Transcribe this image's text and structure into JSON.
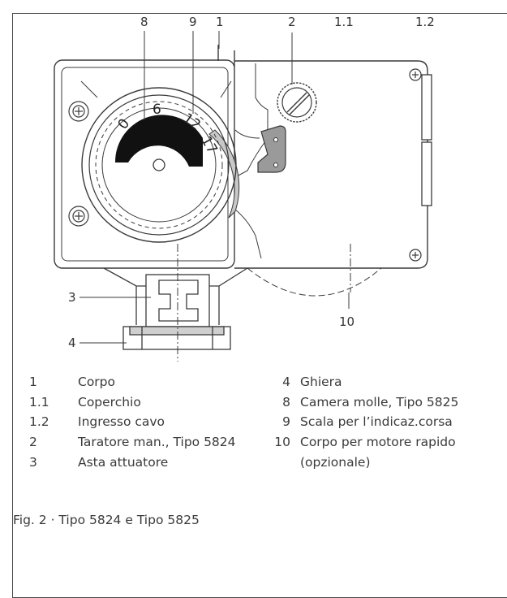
{
  "callouts": {
    "c8": "8",
    "c9": "9",
    "c1": "1",
    "c2": "2",
    "c1_1": "1.1",
    "c1_2": "1.2",
    "c3": "3",
    "c4": "4",
    "c10": "10"
  },
  "scale": {
    "marks": [
      "0",
      "6",
      "12",
      "17"
    ]
  },
  "legend": {
    "left": [
      {
        "num": "1",
        "text": "Corpo"
      },
      {
        "num": "1.1",
        "text": "Coperchio"
      },
      {
        "num": "1.2",
        "text": "Ingresso cavo"
      },
      {
        "num": "2",
        "text": "Taratore man., Tipo 5824"
      },
      {
        "num": "3",
        "text": "Asta attuatore"
      }
    ],
    "right": [
      {
        "num": "4",
        "text": "Ghiera"
      },
      {
        "num": "8",
        "text": "Camera molle, Tipo 5825"
      },
      {
        "num": "9",
        "text": "Scala per l’indicaz.corsa"
      },
      {
        "num": "10",
        "text": "Corpo per motore rapido"
      },
      {
        "num": "",
        "text": "(opzionale)"
      }
    ]
  },
  "caption": "Fig. 2 · Tipo 5824 e Tipo 5825",
  "colors": {
    "line": "#3a3a3a",
    "text": "#3a3a3a",
    "shade": "#c8c8c8",
    "scale_arc": "#111111"
  }
}
